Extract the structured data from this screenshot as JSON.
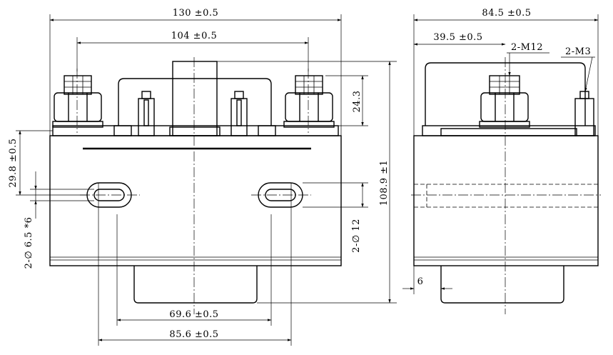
{
  "front_view": {
    "dims": {
      "overall_width": "130 ±0.5",
      "terminal_spacing": "104 ±0.5",
      "nut_height": "24.3",
      "overall_height": "108.9 ±1",
      "slot_offset": "29.8 ±0.5",
      "slot_hole": "2-∅ 6.5 *6",
      "slot_height": "2-∅ 12",
      "base_width": "69.6 ±0.5",
      "slot_spacing": "85.6 ±0.5"
    }
  },
  "side_view": {
    "dims": {
      "overall_depth": "84.5 ±0.5",
      "terminal_offset": "39.5 ±0.5",
      "main_thread": "2-M12",
      "aux_thread": "2-M3",
      "base_setback": "6"
    }
  }
}
